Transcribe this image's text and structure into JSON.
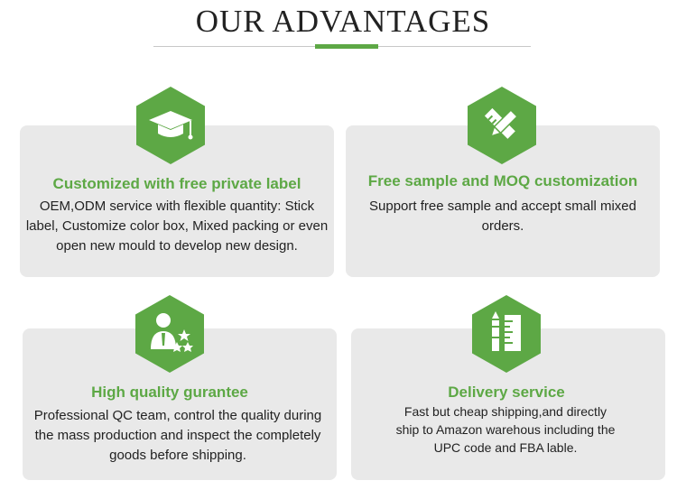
{
  "header": {
    "title": "OUR ADVANTAGES"
  },
  "colors": {
    "accent": "#5da845",
    "card_bg": "#e9e9e9",
    "text": "#222222"
  },
  "advantages": [
    {
      "icon": "graduation-cap-icon",
      "title": "Customized with free private label",
      "description": "OEM,ODM service with flexible quantity: Stick label, Customize color box, Mixed packing or even open new mould to develop new design."
    },
    {
      "icon": "pencil-ruler-icon",
      "title": "Free sample and MOQ customization",
      "description": "Support free sample and accept small mixed orders."
    },
    {
      "icon": "team-stars-icon",
      "title": "High quality gurantee",
      "description": "Professional QC team, control the quality during the mass production and inspect the completely goods before shipping."
    },
    {
      "icon": "measuring-tools-icon",
      "title": "Delivery service",
      "description": "Fast but cheap shipping,and directly ship to Amazon warehous including the UPC code and FBA lable."
    }
  ]
}
